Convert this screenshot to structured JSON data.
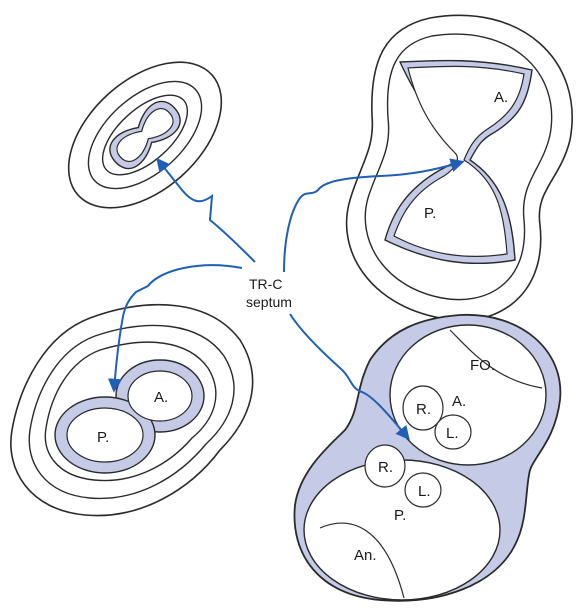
{
  "colors": {
    "stroke": "#2a2a2a",
    "fill": "#c5cbe6",
    "arrow": "#1f5fb4"
  },
  "center_label": {
    "line1": "TR-C",
    "line2": "septum"
  },
  "panels": {
    "top_right": {
      "a": "A.",
      "p": "P."
    },
    "bottom_left": {
      "a": "A.",
      "p": "P."
    },
    "bottom_right": {
      "fo": "FO.",
      "a": "A.",
      "r_upper": "R.",
      "l_upper": "L.",
      "r_lower": "R.",
      "l_lower": "L.",
      "p": "P.",
      "an": "An."
    }
  }
}
